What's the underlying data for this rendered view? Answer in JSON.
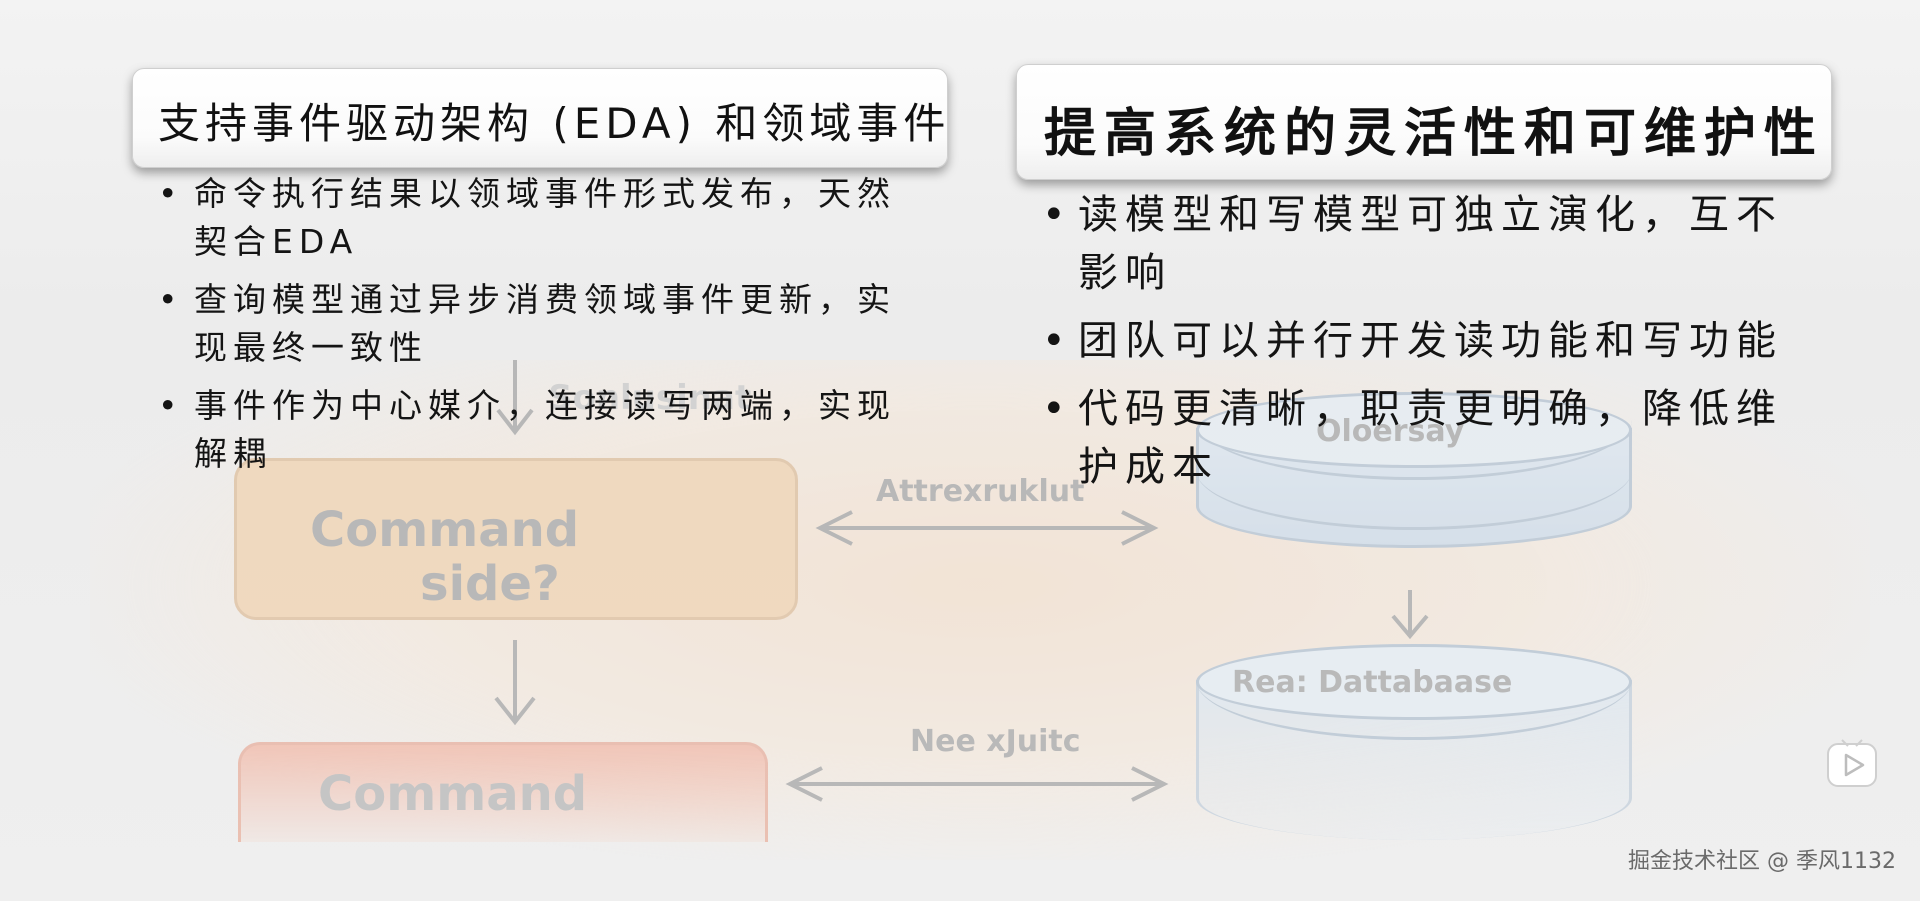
{
  "left_card": {
    "title": "支持事件驱动架构 (EDA) 和领域事件",
    "bullets": [
      "命令执行结果以领域事件形式发布，天然契合EDA",
      "查询模型通过异步消费领域事件更新，实现最终一致性",
      "事件作为中心媒介，连接读写两端，实现解耦"
    ]
  },
  "right_card": {
    "title": "提高系统的灵活性和可维护性",
    "bullets": [
      "读模型和写模型可独立演化，互不影响",
      "团队可以并行开发读功能和写功能",
      "代码更清晰，职责更明确，降低维护成本"
    ]
  },
  "background_diagram": {
    "command_box_label_1": "Command",
    "command_box_label_2": "side?",
    "command_box_bottom_label": "Command",
    "behind_text": "Sonlusinat",
    "arrow_label_top": "Attrexruklut",
    "arrow_label_bottom": "Nee xJuitc",
    "db_top_label": "Oloersay",
    "db_bottom_label": "Rea: Dattabaase"
  },
  "watermark": "掘金技术社区 @ 季风1132",
  "icons": {
    "player": "video-player-icon"
  }
}
